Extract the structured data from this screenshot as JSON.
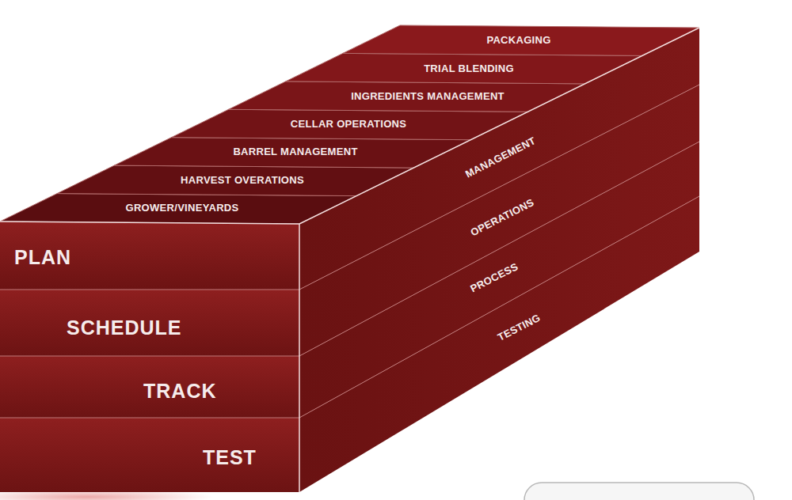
{
  "diagram": {
    "nodes": [
      {
        "text": [
          "PACKAGING"
        ]
      },
      {
        "text": [
          "TRIAL BLENDING"
        ]
      },
      {
        "text": [
          "INGREDIENTS MANAGEMENT"
        ]
      },
      {
        "text": [
          "CELLAR OPERATIONS"
        ]
      },
      {
        "text": [
          "BARREL MANAGEMENT"
        ]
      },
      {
        "text": [
          "HARVEST OVERATIONS"
        ]
      },
      {
        "text": [
          "GROWER/VINEYARDS"
        ]
      },
      {
        "text": [
          "PLAN"
        ]
      },
      {
        "text": [
          "SCHEDULE"
        ]
      },
      {
        "text": [
          "TRACK"
        ]
      },
      {
        "text": [
          "TEST"
        ]
      },
      {
        "text": [
          "MANAGEMENT"
        ]
      },
      {
        "text": [
          "OPERATIONS"
        ]
      },
      {
        "text": [
          "PROCESS"
        ]
      },
      {
        "text": [
          "TESTING"
        ]
      }
    ]
  }
}
